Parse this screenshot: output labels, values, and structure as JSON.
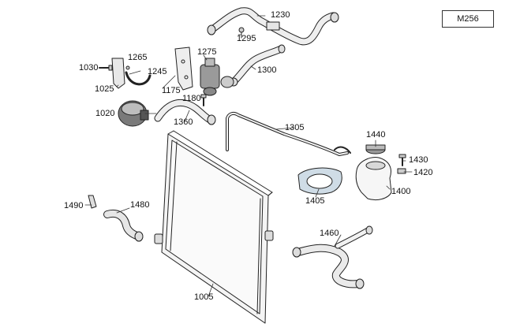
{
  "model": "M256",
  "parts": [
    {
      "id": "1230",
      "label": "1230"
    },
    {
      "id": "1295",
      "label": "1295"
    },
    {
      "id": "1265",
      "label": "1265"
    },
    {
      "id": "1275",
      "label": "1275"
    },
    {
      "id": "1030",
      "label": "1030"
    },
    {
      "id": "1245",
      "label": "1245"
    },
    {
      "id": "1300",
      "label": "1300"
    },
    {
      "id": "1025",
      "label": "1025"
    },
    {
      "id": "1175",
      "label": "1175"
    },
    {
      "id": "1180",
      "label": "1180"
    },
    {
      "id": "1020",
      "label": "1020"
    },
    {
      "id": "1360",
      "label": "1360"
    },
    {
      "id": "1305",
      "label": "1305"
    },
    {
      "id": "1440",
      "label": "1440"
    },
    {
      "id": "1430",
      "label": "1430"
    },
    {
      "id": "1420",
      "label": "1420"
    },
    {
      "id": "1405",
      "label": "1405"
    },
    {
      "id": "1400",
      "label": "1400"
    },
    {
      "id": "1490",
      "label": "1490"
    },
    {
      "id": "1480",
      "label": "1480"
    },
    {
      "id": "1460",
      "label": "1460"
    },
    {
      "id": "1005",
      "label": "1005"
    }
  ]
}
